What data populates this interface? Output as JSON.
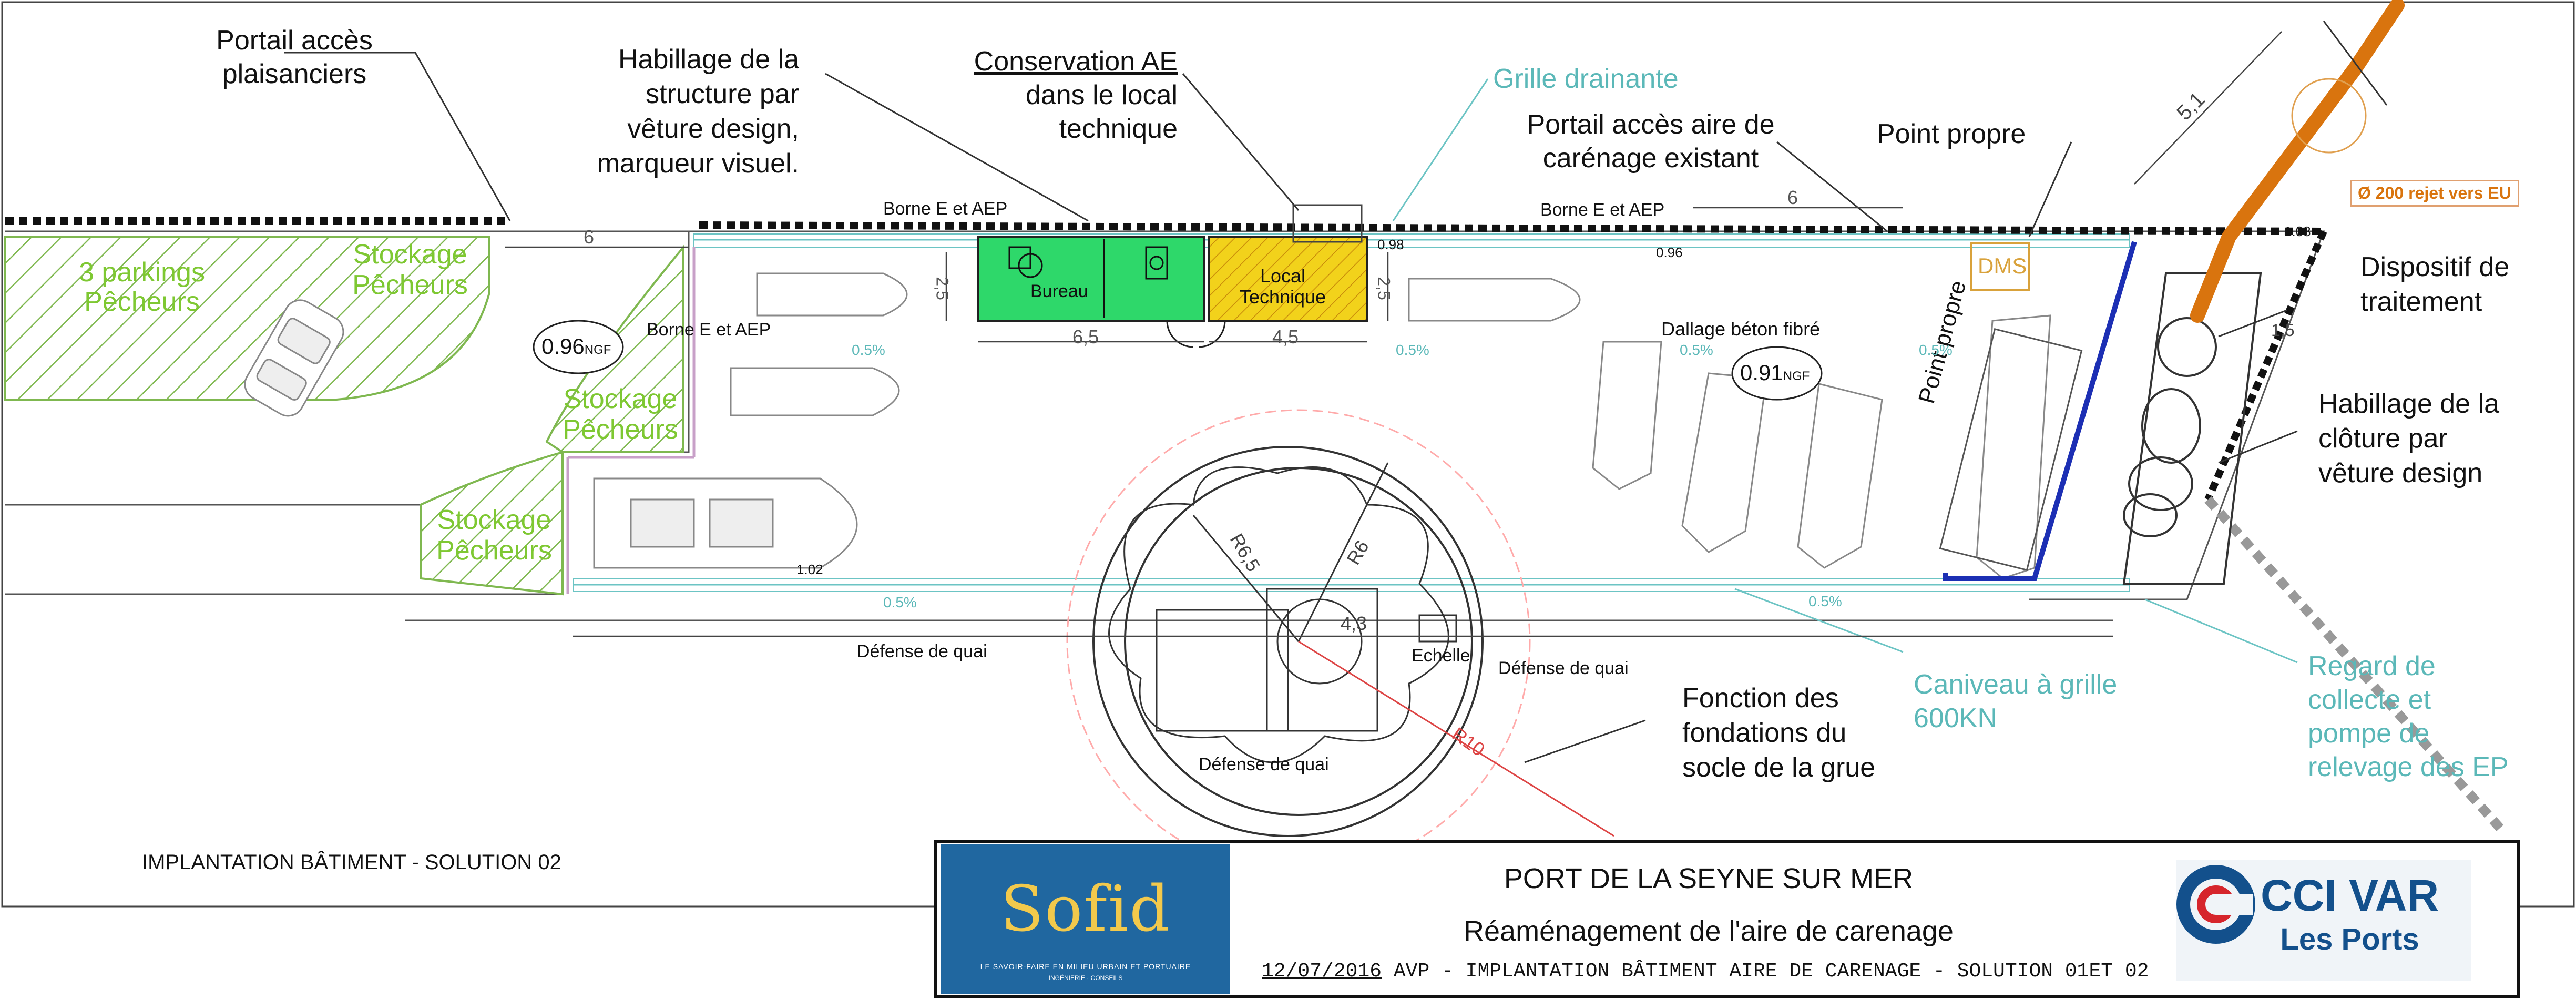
{
  "plan_title": "IMPLANTATION BÂTIMENT - SOLUTION 02",
  "callouts": {
    "portail_plaisanciers": [
      "Portail accès",
      "plaisanciers"
    ],
    "habillage_structure": [
      "Habillage de la",
      "structure par",
      "vêture design,",
      "marqueur visuel."
    ],
    "conservation_ae": [
      "Conservation AE",
      "dans le local",
      "technique"
    ],
    "grille_drainante": "Grille drainante",
    "portail_carenage": [
      "Portail accès aire de",
      "carénage existant"
    ],
    "point_propre": "Point propre",
    "dispositif": [
      "Dispositif de",
      "traitement"
    ],
    "habillage_cloture": [
      "Habillage de la",
      "clôture par",
      "vêture design"
    ],
    "regard": [
      "Regard de",
      "collecte et",
      "pompe de",
      "relevage des EP"
    ],
    "caniveau": [
      "Caniveau à grille",
      "600KN"
    ],
    "fondations": [
      "Fonction des",
      "fondations du",
      "socle de la grue"
    ],
    "rejet": "Ø 200 rejet vers EU"
  },
  "zones": {
    "parkings": [
      "3 parkings",
      "Pêcheurs"
    ],
    "stockage_1": [
      "Stockage",
      "Pêcheurs"
    ],
    "stockage_2": [
      "Stockage",
      "Pêcheurs"
    ],
    "stockage_3": [
      "Stockage",
      "Pêcheurs"
    ],
    "bureau": "Bureau",
    "local_technique": [
      "Local",
      "Technique"
    ],
    "dms": "DMS",
    "dallage": "Dallage béton fibré",
    "point_propre_vertical": "Point propre"
  },
  "labels": {
    "borne_1": "Borne E et AEP",
    "borne_2": "Borne E et AEP",
    "borne_3": "Borne E et AEP",
    "defense_1": "Défense de quai",
    "defense_2": "Défense de quai",
    "defense_3": "Défense de quai",
    "echelle": "Echelle",
    "ngf_1": "0.96",
    "ngf_2": "0.91",
    "ngf_unit": "NGF",
    "level_098": "0.98",
    "level_096": "0.96",
    "level_102": "1.02",
    "level_108": "1.08",
    "slope": "0.5%"
  },
  "dimensions": {
    "d6_left": "6",
    "d6_right": "6",
    "d65": "6,5",
    "d45": "4,5",
    "d25a": "2,5",
    "d25b": "2,5",
    "r65": "R6,5",
    "r6": "R6",
    "r43": "4,3",
    "r10": "R10",
    "d51": "5,1",
    "d15": "1,5"
  },
  "title_block": {
    "logo_left": "Sofid",
    "logo_left_tagline": "LE SAVOIR-FAIRE EN MILIEU URBAIN ET PORTUAIRE",
    "logo_left_sub": "INGÉNIERIE · CONSEILS",
    "project": "PORT DE LA SEYNE SUR MER",
    "subject": "Réaménagement de l'aire de carenage",
    "date": "12/07/2016",
    "sheet": "AVP - IMPLANTATION BÂTIMENT AIRE DE CARENAGE - SOLUTION 01ET 02",
    "logo_right_main": "CCI VAR",
    "logo_right_sub": "Les Ports"
  },
  "colors": {
    "green_text": "#7ec832",
    "teal_text": "#5bb8b8",
    "orange_pipe": "#d9740e",
    "bureau_fill": "#2ed86a",
    "local_fill": "#f2d21b",
    "caniveau_blue": "#1c2fb4",
    "logo_blue": "#1b5d94",
    "cci_blue": "#13508c"
  }
}
